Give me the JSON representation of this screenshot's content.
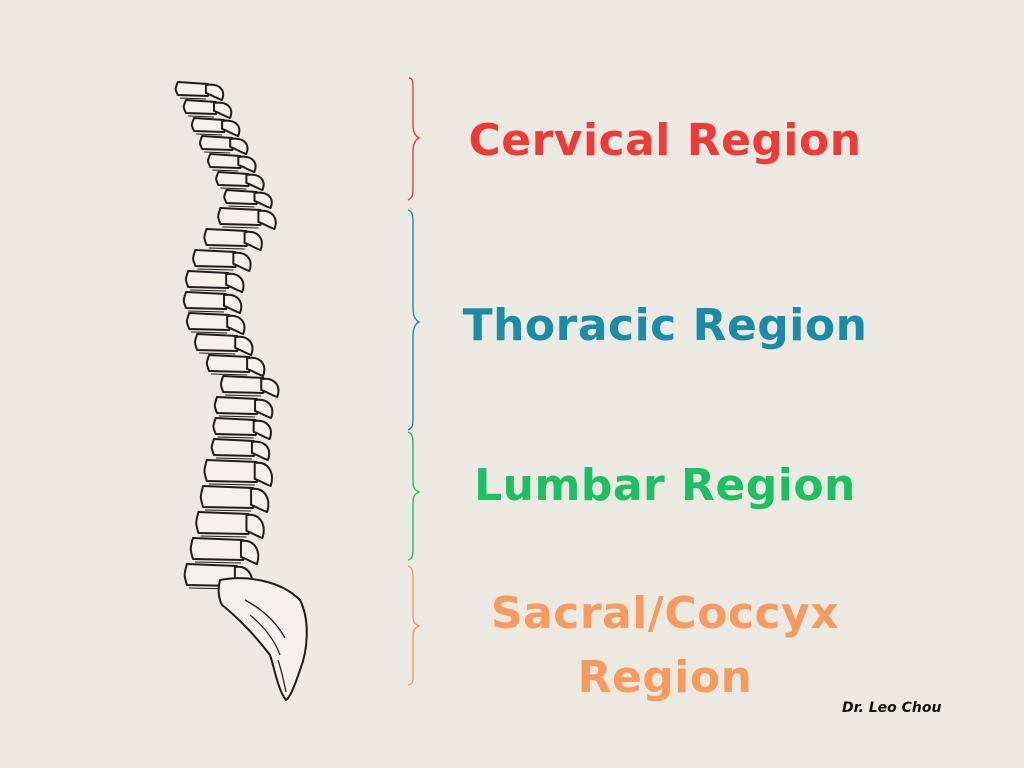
{
  "regions": [
    {
      "id": "cervical",
      "label": "Cervical Region",
      "color": "#ef3b36"
    },
    {
      "id": "thoracic",
      "label": "Thoracic Region",
      "color": "#1a8ca8"
    },
    {
      "id": "lumbar",
      "label": "Lumbar Region",
      "color": "#1dbf63"
    },
    {
      "id": "sacral",
      "label_line1": "Sacral/Coccyx",
      "label_line2": "Region",
      "color": "#f79a5e"
    }
  ],
  "credit": "Dr. Leo Chou",
  "background": "#ece9e3",
  "illustration": "spine-side-view-illustration"
}
